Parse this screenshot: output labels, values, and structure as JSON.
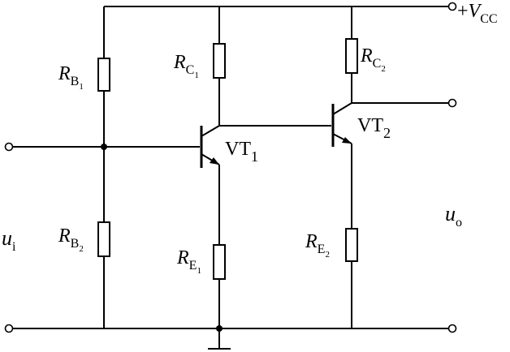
{
  "labels": {
    "vcc": {
      "sign": "+",
      "var": "V",
      "sub": "CC"
    },
    "rb1": {
      "var": "R",
      "sub": "B",
      "subsub": "1"
    },
    "rb2": {
      "var": "R",
      "sub": "B",
      "subsub": "2"
    },
    "rc1": {
      "var": "R",
      "sub": "C",
      "subsub": "1"
    },
    "rc2": {
      "var": "R",
      "sub": "C",
      "subsub": "2"
    },
    "re1": {
      "var": "R",
      "sub": "E",
      "subsub": "1"
    },
    "re2": {
      "var": "R",
      "sub": "E",
      "subsub": "2"
    },
    "vt1": {
      "main": "VT",
      "sub": "1"
    },
    "vt2": {
      "main": "VT",
      "sub": "2"
    },
    "ui": {
      "var": "u",
      "sub": "i"
    },
    "uo": {
      "var": "u",
      "sub": "o"
    }
  }
}
